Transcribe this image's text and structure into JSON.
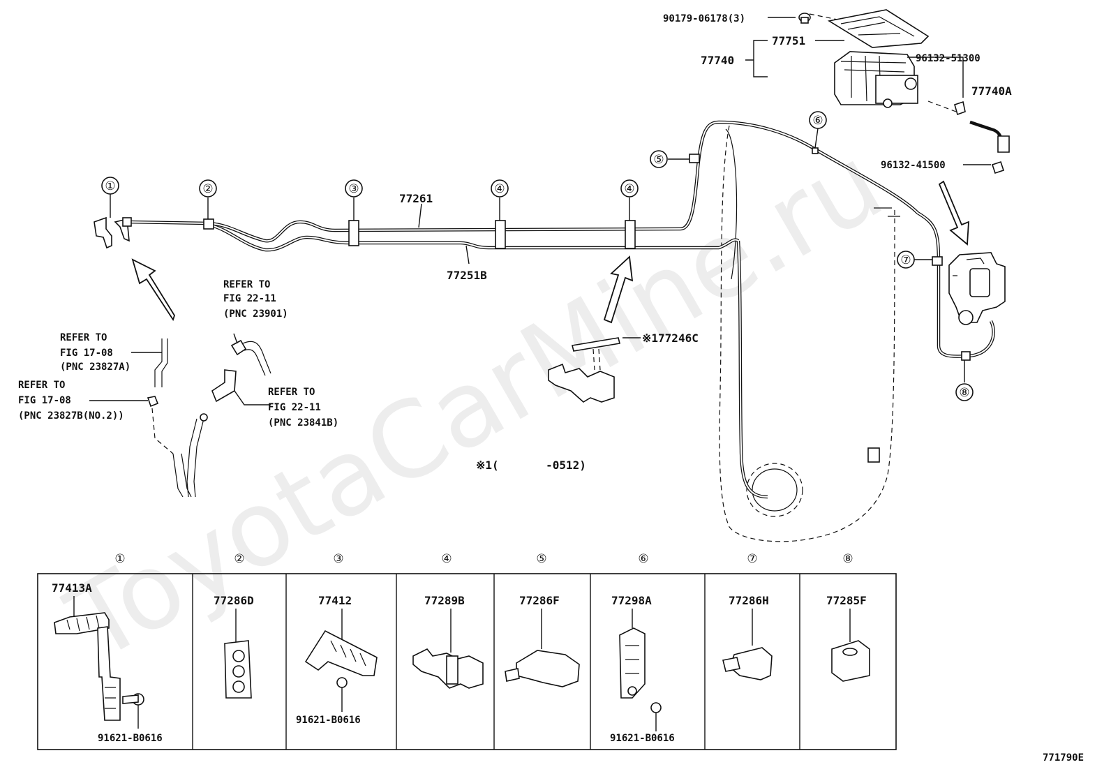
{
  "watermark": "ToyotaCarMine.ru",
  "figure_code": "771790E",
  "top_labels": {
    "p90179": "90179-06178(3)",
    "p77751": "77751",
    "p77740": "77740",
    "p96132_51300": "96132-51300",
    "p77740A": "77740A",
    "p96132_41500": "96132-41500",
    "p77261": "77261",
    "p77251B": "77251B",
    "p77246C": "※177246C",
    "note_range": "※1(       -0512)"
  },
  "refer_notes": [
    {
      "lines": [
        "REFER TO",
        "FIG 22-11",
        "(PNC 23901)"
      ]
    },
    {
      "lines": [
        "REFER TO",
        "FIG 17-08",
        "(PNC 23827A)"
      ]
    },
    {
      "lines": [
        "REFER TO",
        "FIG 17-08",
        "(PNC 23827B(NO.2))"
      ]
    },
    {
      "lines": [
        "REFER TO",
        "FIG 22-11",
        "(PNC 23841B)"
      ]
    }
  ],
  "callouts": [
    "①",
    "②",
    "③",
    "④",
    "④",
    "⑤",
    "⑥",
    "⑦",
    "⑧"
  ],
  "clamp_table": {
    "columns": [
      {
        "num": "①",
        "part": "77413A",
        "bolt": "91621-B0616"
      },
      {
        "num": "②",
        "part": "77286D",
        "bolt": ""
      },
      {
        "num": "③",
        "part": "77412",
        "bolt": "91621-B0616"
      },
      {
        "num": "④",
        "part": "77289B",
        "bolt": ""
      },
      {
        "num": "⑤",
        "part": "77286F",
        "bolt": ""
      },
      {
        "num": "⑥",
        "part": "77298A",
        "bolt": "91621-B0616"
      },
      {
        "num": "⑦",
        "part": "77286H",
        "bolt": ""
      },
      {
        "num": "⑧",
        "part": "77285F",
        "bolt": ""
      }
    ]
  }
}
